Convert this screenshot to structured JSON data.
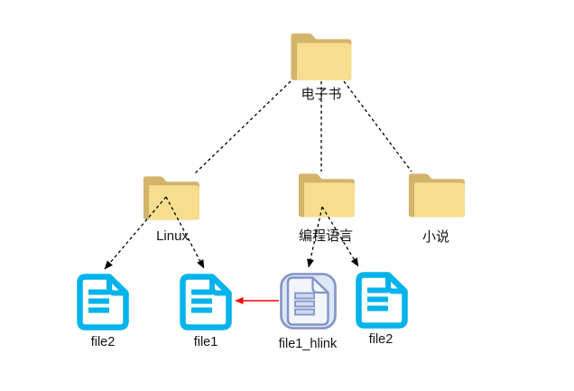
{
  "nodes": {
    "root": {
      "label": "电子书",
      "type": "folder"
    },
    "linux": {
      "label": "Linux",
      "type": "folder"
    },
    "lang": {
      "label": "编程语言",
      "type": "folder"
    },
    "novel": {
      "label": "小说",
      "type": "folder"
    },
    "linux_file2": {
      "label": "file2",
      "type": "file"
    },
    "linux_file1": {
      "label": "file1",
      "type": "file"
    },
    "hlink": {
      "label": "file1_hlink",
      "type": "file-hardlink"
    },
    "lang_file2": {
      "label": "file2",
      "type": "file"
    }
  },
  "edges": [
    {
      "from": "电子书",
      "to": "Linux",
      "style": "dashed",
      "arrowhead": false
    },
    {
      "from": "电子书",
      "to": "编程语言",
      "style": "dashed",
      "arrowhead": false
    },
    {
      "from": "电子书",
      "to": "小说",
      "style": "dashed",
      "arrowhead": false
    },
    {
      "from": "Linux",
      "to": "file2",
      "style": "dashed",
      "arrowhead": true
    },
    {
      "from": "Linux",
      "to": "file1",
      "style": "dashed",
      "arrowhead": true
    },
    {
      "from": "编程语言",
      "to": "file1_hlink",
      "style": "dashed",
      "arrowhead": true
    },
    {
      "from": "编程语言",
      "to": "file2",
      "style": "dashed",
      "arrowhead": true
    },
    {
      "from": "file1_hlink",
      "to": "file1",
      "style": "solid",
      "arrowhead": true,
      "color": "#FF0000"
    }
  ],
  "colors": {
    "background": "#FFFFFF",
    "folder_front": "#F7DE8F",
    "folder_back": "#D2B46B",
    "file_accent": "#00B3EB",
    "hlink_fill": "#DDE7F8",
    "hlink_stroke": "#8394C6",
    "connector": "#000000",
    "hardlink_arrow": "#FF0000"
  }
}
